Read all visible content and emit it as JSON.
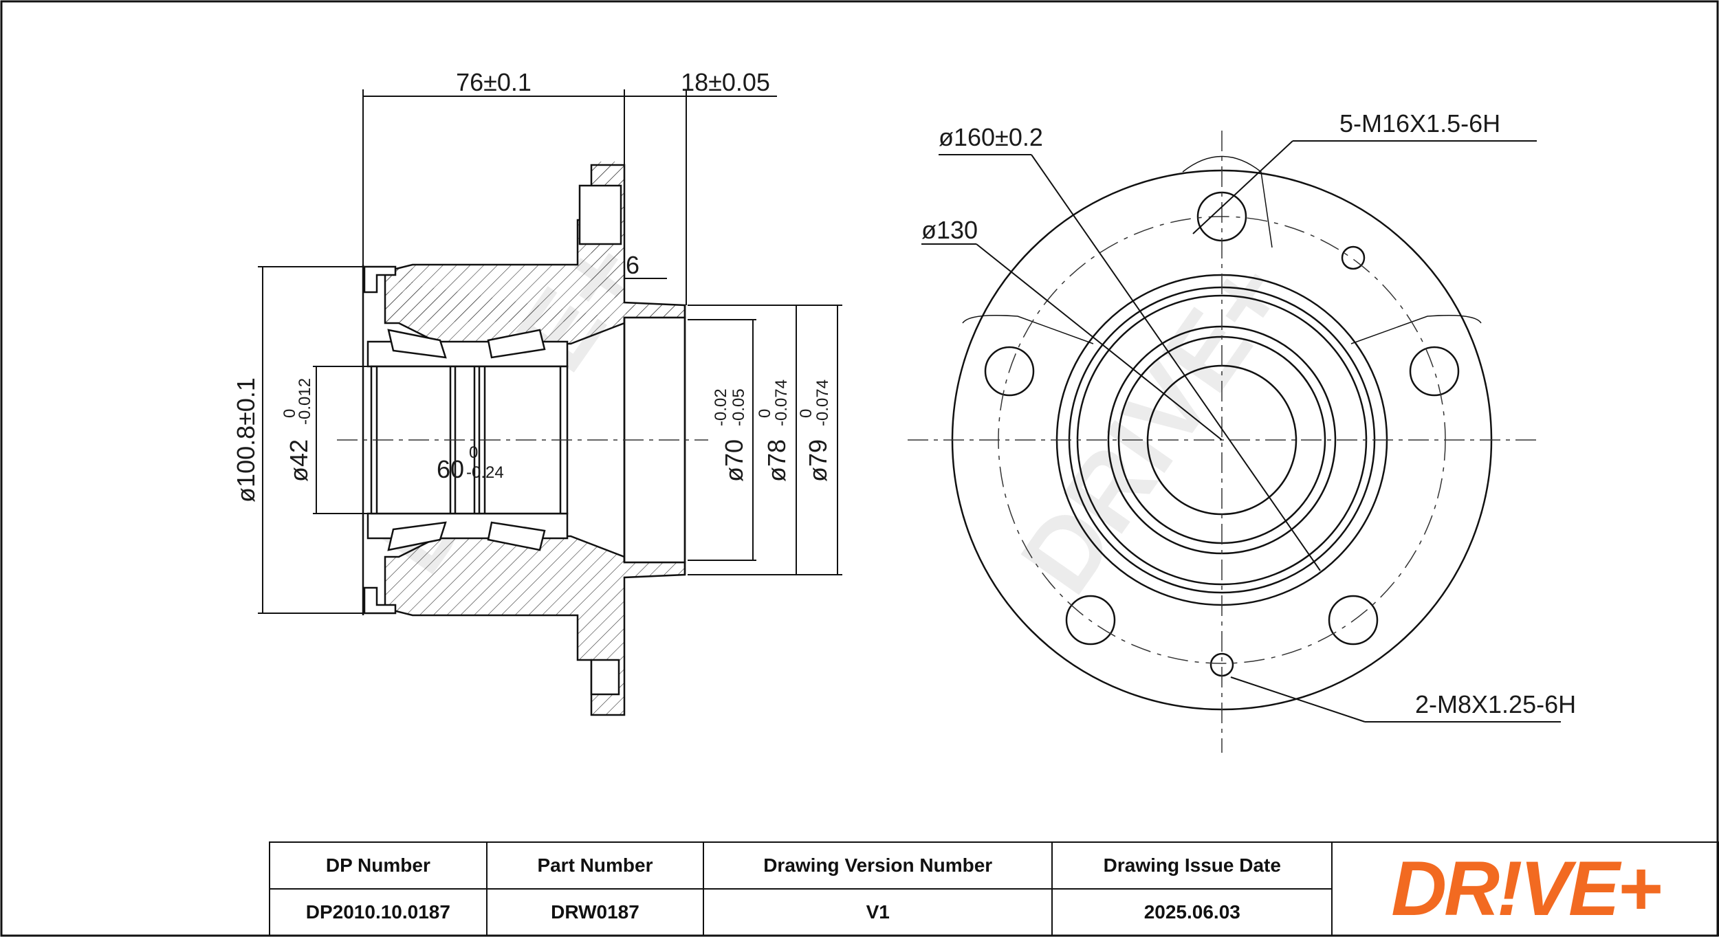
{
  "watermark": "DRIVE+",
  "dimensions": {
    "d76": "76±0.1",
    "d18": "18±0.05",
    "d6": "6",
    "d100": "ø100.8±0.1",
    "d42_base": "ø42",
    "d42_tol_upper": "0",
    "d42_tol_lower": "-0.012",
    "d60_base": "60",
    "d60_tol_upper": "0",
    "d60_tol_lower": "-0.24",
    "d70_base": "ø70",
    "d70_tol_upper": "-0.02",
    "d70_tol_lower": "-0.05",
    "d78_base": "ø78",
    "d78_tol_upper": "0",
    "d78_tol_lower": "-0.074",
    "d79_base": "ø79",
    "d79_tol_upper": "0",
    "d79_tol_lower": "-0.074",
    "d160": "ø160±0.2",
    "d130": "ø130",
    "thread5": "5-M16X1.5-6H",
    "thread2": "2-M8X1.25-6H"
  },
  "title_block": {
    "headers": [
      "DP Number",
      "Part Number",
      "Drawing Version Number",
      "Drawing Issue Date"
    ],
    "values": [
      "DP2010.10.0187",
      "DRW0187",
      "V1",
      "2025.06.03"
    ],
    "logo": "DR!VE+",
    "logo_color": "#f26a21"
  }
}
